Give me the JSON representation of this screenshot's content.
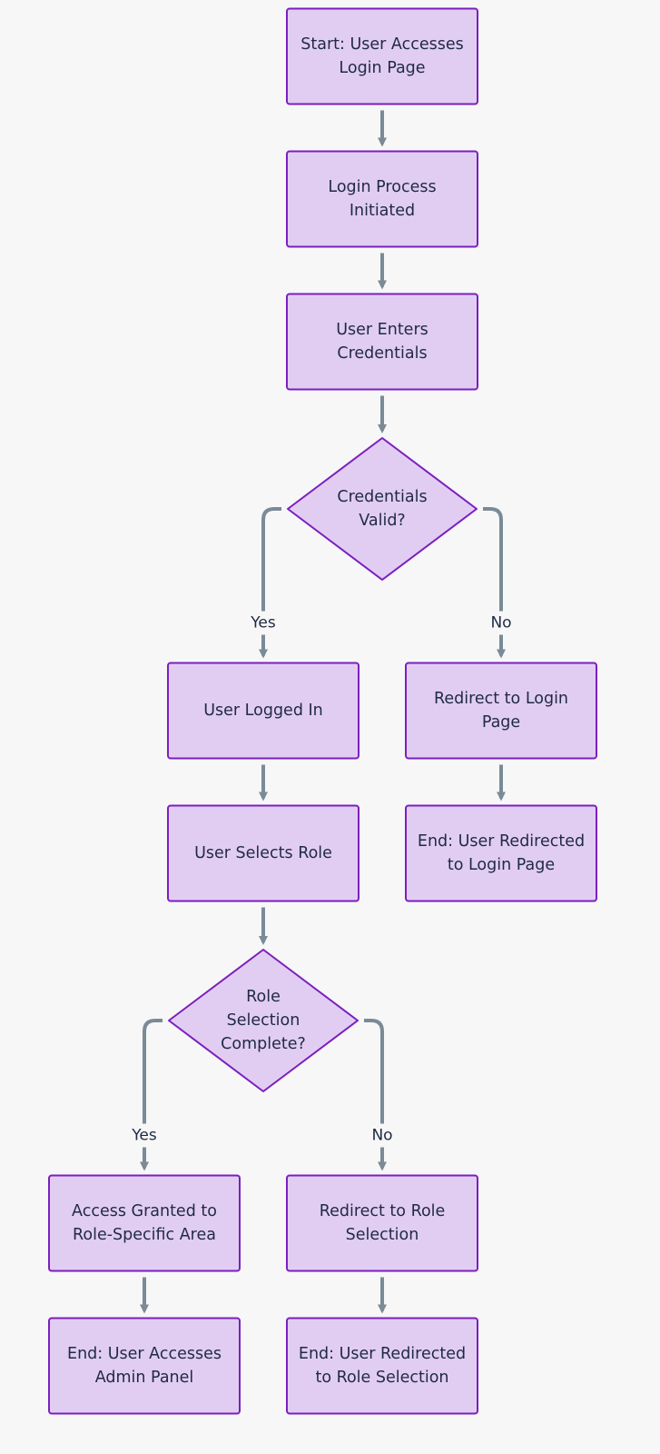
{
  "diagram": {
    "colors": {
      "node_fill": "#e2cdf2",
      "node_stroke": "#7b1fbf",
      "edge": "#7a8a97",
      "background": "#f7f7f7"
    },
    "nodes": [
      {
        "id": "start",
        "shape": "rect",
        "lines": [
          "Start: User Accesses",
          "Login Page"
        ]
      },
      {
        "id": "login-process",
        "shape": "rect",
        "lines": [
          "Login Process",
          "Initiated"
        ]
      },
      {
        "id": "enter-credentials",
        "shape": "rect",
        "lines": [
          "User Enters",
          "Credentials"
        ]
      },
      {
        "id": "credentials-valid",
        "shape": "diamond",
        "lines": [
          "Credentials",
          "Valid?"
        ]
      },
      {
        "id": "logged-in",
        "shape": "rect",
        "lines": [
          "User Logged In"
        ]
      },
      {
        "id": "redirect-login",
        "shape": "rect",
        "lines": [
          "Redirect to Login",
          "Page"
        ]
      },
      {
        "id": "select-role",
        "shape": "rect",
        "lines": [
          "User Selects Role"
        ]
      },
      {
        "id": "end-redirect-login",
        "shape": "rect",
        "lines": [
          "End: User Redirected",
          "to Login Page"
        ]
      },
      {
        "id": "role-complete",
        "shape": "diamond",
        "lines": [
          "Role",
          "Selection",
          "Complete?"
        ]
      },
      {
        "id": "access-granted",
        "shape": "rect",
        "lines": [
          "Access Granted to",
          "Role-Specific Area"
        ]
      },
      {
        "id": "redirect-role",
        "shape": "rect",
        "lines": [
          "Redirect to Role",
          "Selection"
        ]
      },
      {
        "id": "end-admin",
        "shape": "rect",
        "lines": [
          "End: User Accesses",
          "Admin Panel"
        ]
      },
      {
        "id": "end-redirect-role",
        "shape": "rect",
        "lines": [
          "End: User Redirected",
          "to Role Selection"
        ]
      }
    ],
    "edges": [
      {
        "from": "start",
        "to": "login-process",
        "label": ""
      },
      {
        "from": "login-process",
        "to": "enter-credentials",
        "label": ""
      },
      {
        "from": "enter-credentials",
        "to": "credentials-valid",
        "label": ""
      },
      {
        "from": "credentials-valid",
        "to": "logged-in",
        "label": "Yes"
      },
      {
        "from": "credentials-valid",
        "to": "redirect-login",
        "label": "No"
      },
      {
        "from": "logged-in",
        "to": "select-role",
        "label": ""
      },
      {
        "from": "redirect-login",
        "to": "end-redirect-login",
        "label": ""
      },
      {
        "from": "select-role",
        "to": "role-complete",
        "label": ""
      },
      {
        "from": "role-complete",
        "to": "access-granted",
        "label": "Yes"
      },
      {
        "from": "role-complete",
        "to": "redirect-role",
        "label": "No"
      },
      {
        "from": "access-granted",
        "to": "end-admin",
        "label": ""
      },
      {
        "from": "redirect-role",
        "to": "end-redirect-role",
        "label": ""
      }
    ]
  }
}
